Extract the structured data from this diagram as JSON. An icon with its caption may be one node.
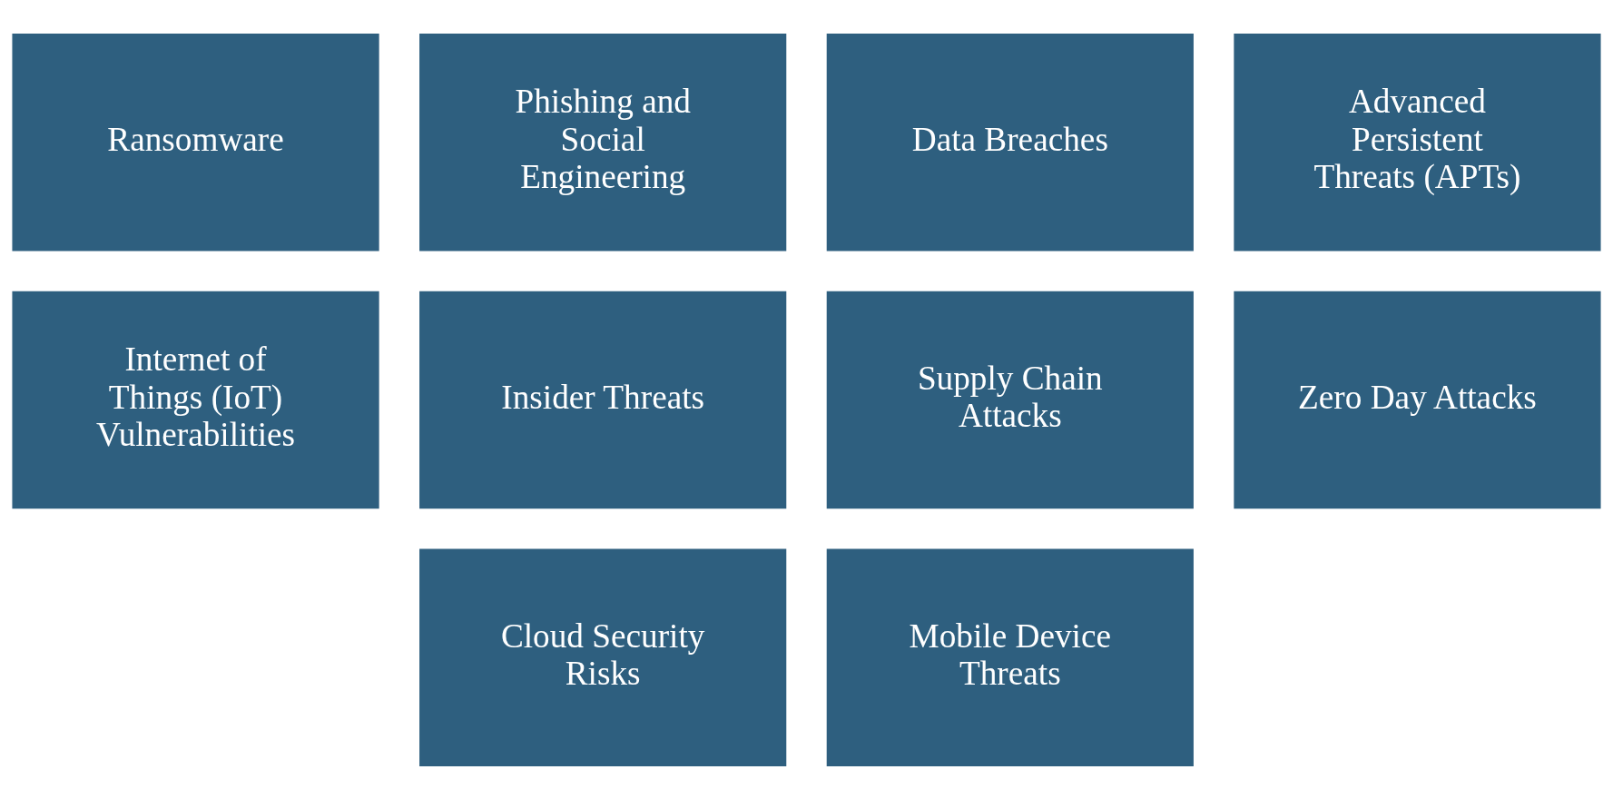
{
  "diagram": {
    "nodes": [
      {
        "text": [
          "Ransomware"
        ]
      },
      {
        "text": [
          "Phishing and Social Engineering"
        ]
      },
      {
        "text": [
          "Data Breaches"
        ]
      },
      {
        "text": [
          "Advanced Persistent Threats (APTs)"
        ]
      },
      {
        "text": [
          "Internet of Things (IoT) Vulnerabilities"
        ]
      },
      {
        "text": [
          "Insider Threats"
        ]
      },
      {
        "text": [
          "Supply Chain Attacks"
        ]
      },
      {
        "text": [
          "Zero Day Attacks"
        ]
      },
      {
        "text": [
          "Cloud Security Risks"
        ]
      },
      {
        "text": [
          "Mobile Device Threats"
        ]
      }
    ]
  }
}
